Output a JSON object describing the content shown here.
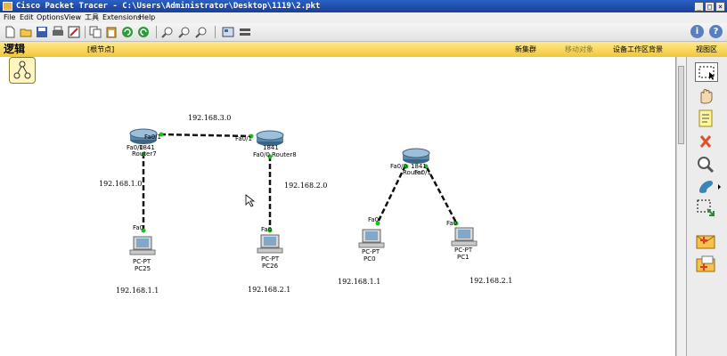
{
  "window": {
    "title": "Cisco Packet Tracer - C:\\Users\\Administrator\\Desktop\\1119\\2.pkt"
  },
  "window_controls": {
    "minimize": "_",
    "restore": "□",
    "close": "×"
  },
  "menu": {
    "file": "File",
    "edit": "Edit",
    "options": "Options",
    "view": "View",
    "tools": "工具",
    "extensions": "Extensions",
    "help": "Help"
  },
  "toolbar": {
    "info": "i",
    "help": "?"
  },
  "logic_bar": {
    "tab": "逻辑",
    "root": "[根节点]",
    "new_cluster": "新集群",
    "move_object": "移动对象",
    "set_background": "设备工作区背景",
    "viewport": "视图区"
  },
  "devices": {
    "router7": {
      "name": "Router7",
      "model": "1841",
      "port_a": "Fa0/1",
      "port_b": "Fa0/0"
    },
    "router8": {
      "name": "Router8",
      "model": "1841",
      "port_a": "Fa0/1",
      "port_b": "Fa0/0"
    },
    "router_right": {
      "name": "Router",
      "model": "1841",
      "port_a": "Fa0/0",
      "port_b": "Fa0/1"
    },
    "pc25": {
      "type": "PC-PT",
      "name": "PC25",
      "port": "Fa0"
    },
    "pc26": {
      "type": "PC-PT",
      "name": "PC26",
      "port": "Fa0"
    },
    "pc0": {
      "type": "PC-PT",
      "name": "PC0",
      "port": "Fa0"
    },
    "pc1": {
      "type": "PC-PT",
      "name": "PC1",
      "port": "Fa0"
    }
  },
  "networks": {
    "net_3": "192.168.3.0",
    "net_1": "192.168.1.0",
    "net_2": "192.168.2.0",
    "pc25_ip": "192.168.1.1",
    "pc26_ip": "192.168.2.1",
    "pc0_ip": "192.168.1.1",
    "pc1_ip": "192.168.2.1"
  },
  "colors": {
    "titlebar": "#1a3f96",
    "logic_bar": "#f0c63a",
    "link_light": "#19c219",
    "router_body": "#5b87a8"
  }
}
